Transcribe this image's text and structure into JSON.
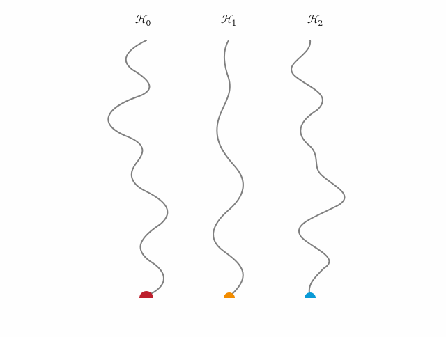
{
  "paths": [
    {
      "main": "ℋ",
      "sub": "0",
      "dot_color": "#bd1f2d"
    },
    {
      "main": "ℋ",
      "sub": "1",
      "dot_color": "#f28c00"
    },
    {
      "main": "ℋ",
      "sub": "2",
      "dot_color": "#0a9ad6"
    }
  ],
  "curve_color": "#7f7f7f"
}
